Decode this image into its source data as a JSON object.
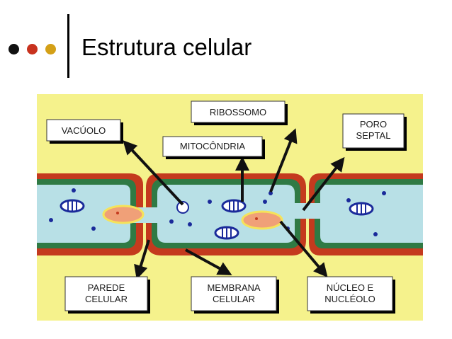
{
  "slide": {
    "title": "Estrutura celular",
    "bullet_colors": [
      "#111111",
      "#c8321e",
      "#d4a017"
    ]
  },
  "diagram": {
    "colors": {
      "background": "#f5f28c",
      "cell_wall": "#c43a1e",
      "membrane": "#2f7a44",
      "cytoplasm": "#b8e0e6",
      "nucleus": "#f0a078",
      "nucleus_ring": "#f5e35a",
      "ribosome": "#1a2a9a"
    },
    "labels": {
      "vacuolo": "VACÚOLO",
      "ribossomo": "RIBOSSOMO",
      "mitocondria": "MITOCÔNDRIA",
      "poro_line1": "PORO",
      "poro_line2": "SEPTAL",
      "parede_line1": "PAREDE",
      "parede_line2": "CELULAR",
      "membrana_line1": "MEMBRANA",
      "membrana_line2": "CELULAR",
      "nucleo_line1": "NÚCLEO E",
      "nucleo_line2": "NUCLÉOLO"
    }
  }
}
